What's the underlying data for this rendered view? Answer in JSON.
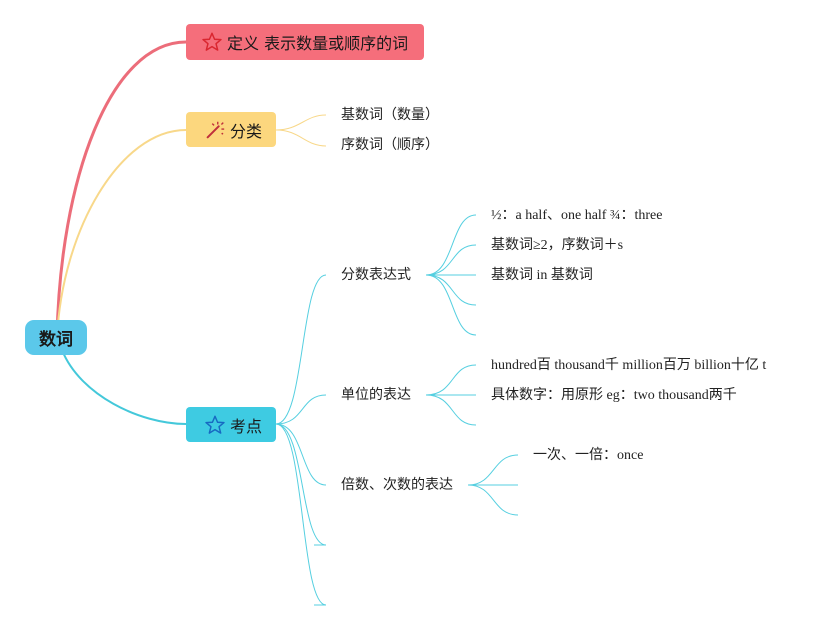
{
  "root": {
    "label": "数词"
  },
  "branches": {
    "definition": {
      "label": "定义 表示数量或顺序的词",
      "icon": "star-icon",
      "color": "#f56e7b"
    },
    "classification": {
      "label": "分类",
      "icon": "magic-wand-icon",
      "color": "#fcd77e",
      "children": [
        "基数词（数量）",
        "序数词（顺序）"
      ]
    },
    "exam_points": {
      "label": "考点",
      "icon": "star-outline-icon",
      "color": "#3ecbe2",
      "fraction": {
        "label": "分数表达式",
        "items": [
          "½：a half、one half ¾：three",
          "基数词≥2，序数词＋s",
          "基数词 in 基数词"
        ]
      },
      "unit": {
        "label": "单位的表达",
        "items": [
          "hundred百 thousand千 million百万 billion十亿 t",
          "具体数字：用原形 eg：two thousand两千"
        ]
      },
      "times": {
        "label": "倍数、次数的表达",
        "items": [
          "一次、一倍：once"
        ]
      }
    }
  }
}
